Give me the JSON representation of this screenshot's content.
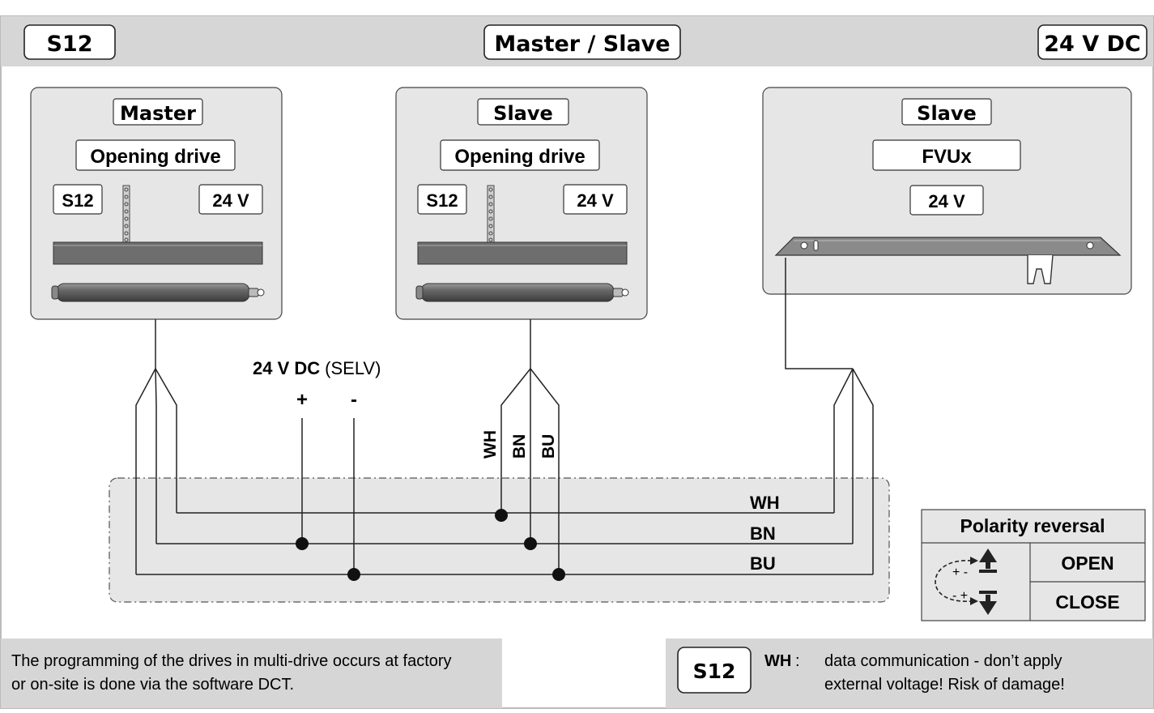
{
  "header": {
    "left_tag": "S12",
    "title": "Master / Slave",
    "right_tag": "24 V DC"
  },
  "units": [
    {
      "role": "Master",
      "type": "Opening drive",
      "left_label": "S12",
      "right_label": "24 V"
    },
    {
      "role": "Slave",
      "type": "Opening drive",
      "left_label": "S12",
      "right_label": "24 V"
    },
    {
      "role": "Slave",
      "type": "FVUx",
      "voltage": "24 V"
    }
  ],
  "supply": {
    "label_bold": "24 V DC",
    "label_normal": "(SELV)",
    "plus": "+",
    "minus": "-"
  },
  "wire_tags": [
    "WH",
    "BN",
    "BU"
  ],
  "bus_labels": [
    "WH",
    "BN",
    "BU"
  ],
  "polarity": {
    "title": "Polarity reversal",
    "open": "OPEN",
    "close": "CLOSE",
    "top_signs": "+ -",
    "bottom_signs": "- +"
  },
  "footer": {
    "left_lines": [
      "The programming of the drives in multi-drive occurs at factory",
      "or on-site is done via the software DCT."
    ],
    "right_tag": "S12",
    "right_key": "WH",
    "right_colon": ":",
    "right_lines": [
      "data communication - don’t apply",
      "external voltage! Risk of damage!"
    ]
  },
  "colors": {
    "panel": "#e6e6e6",
    "bar": "#d6d6d6",
    "stroke": "#333333",
    "drive": "#6e6e6e"
  }
}
